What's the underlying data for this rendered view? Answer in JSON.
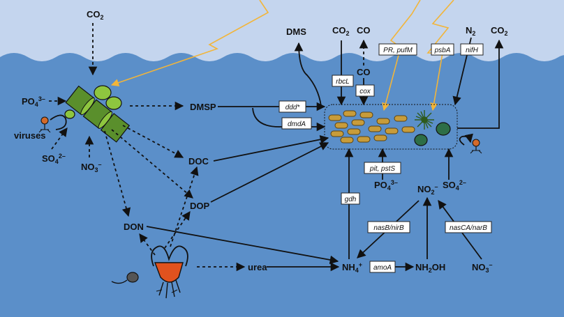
{
  "nodes": {
    "co2_left": "CO",
    "co2_left_sub": "2",
    "po4_left": "PO",
    "po4_left_sub": "4",
    "po4_left_sup": "3–",
    "viruses": "viruses",
    "so4_left": "SO",
    "so4_left_sub": "4",
    "so4_left_sup": "2–",
    "no3_left": "NO",
    "no3_left_sub": "3",
    "no3_left_sup": "–",
    "dmsp": "DMSP",
    "doc": "DOC",
    "dop": "DOP",
    "don": "DON",
    "urea": "urea",
    "dms": "DMS",
    "co2_mid": "CO",
    "co2_mid_sub": "2",
    "co_top": "CO",
    "co_mid": "CO",
    "n2": "N",
    "n2_sub": "2",
    "co2_right": "CO",
    "co2_right_sub": "2",
    "po4_mid": "PO",
    "po4_mid_sub": "4",
    "po4_mid_sup": "3–",
    "so4_right": "SO",
    "so4_right_sub": "4",
    "so4_right_sup": "2–",
    "no2": "NO",
    "no2_sub": "2",
    "no2_sup": "–",
    "nh4": "NH",
    "nh4_sub": "4",
    "nh4_sup": "+",
    "nh2oh": "NH",
    "nh2oh_sub": "2",
    "nh2oh_rest": "OH",
    "no3_right": "NO",
    "no3_right_sub": "3",
    "no3_right_sup": "–"
  },
  "genes": {
    "ddd": "ddd*",
    "dmda": "dmdA",
    "rbcl": "rbcL",
    "cox": "cox",
    "pr_pufm": "PR, pufM",
    "psba": "psbA",
    "nifh": "nifH",
    "pit_psts": "pit, pstS",
    "gdh": "gdh",
    "nasb_nirb": "nasB/nirB",
    "nasca_narb": "nasCA/narB",
    "amoa": "amoA"
  },
  "colors": {
    "sky": "#c4d5ee",
    "sea": "#5b8fc9",
    "diatom": "#5a8f2c",
    "cell": "#8ec63f",
    "bacteria": "#c89c3a",
    "ciliate": "#e0521e",
    "lightning": "#f2b53a"
  }
}
